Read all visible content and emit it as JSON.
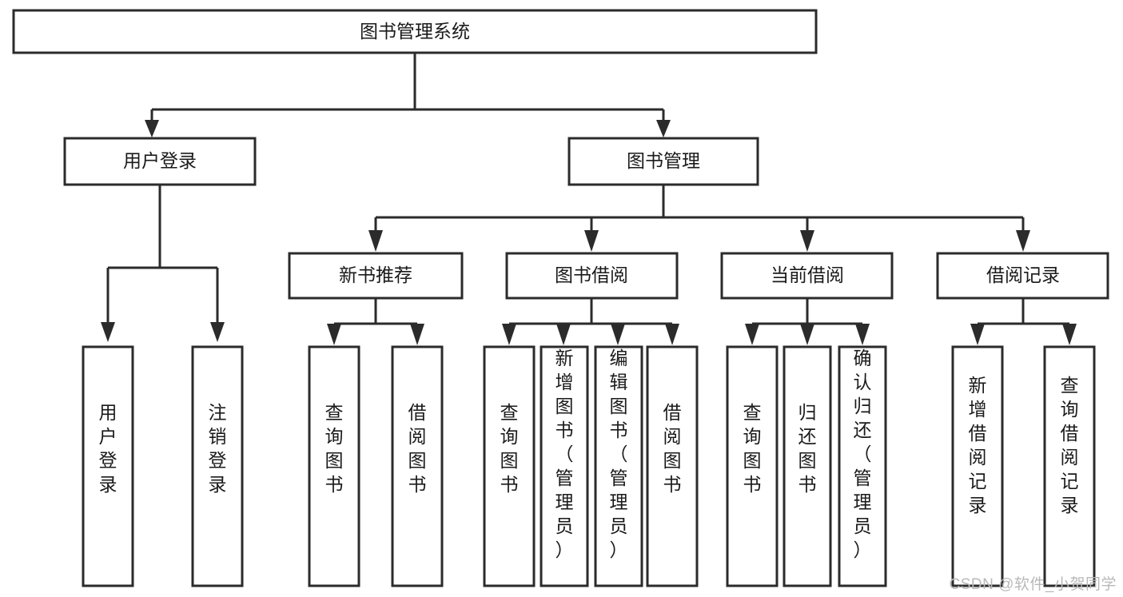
{
  "diagram": {
    "type": "tree-hierarchy",
    "title": "图书管理系统",
    "root": {
      "id": "root",
      "label": "图书管理系统",
      "orientation": "horizontal"
    },
    "level2": [
      {
        "id": "user-login",
        "label": "用户登录",
        "orientation": "horizontal"
      },
      {
        "id": "book-management",
        "label": "图书管理",
        "orientation": "horizontal"
      }
    ],
    "level3": [
      {
        "id": "new-book-recommend",
        "label": "新书推荐",
        "orientation": "horizontal",
        "parent": "book-management"
      },
      {
        "id": "book-borrow",
        "label": "图书借阅",
        "orientation": "horizontal",
        "parent": "book-management"
      },
      {
        "id": "current-borrow",
        "label": "当前借阅",
        "orientation": "horizontal",
        "parent": "book-management"
      },
      {
        "id": "borrow-record",
        "label": "借阅记录",
        "orientation": "horizontal",
        "parent": "book-management"
      }
    ],
    "leaves": [
      {
        "id": "leaf-user-login",
        "label": "用户登录",
        "orientation": "vertical",
        "parent": "user-login"
      },
      {
        "id": "leaf-user-logout",
        "label": "注销登录",
        "orientation": "vertical",
        "parent": "user-login"
      },
      {
        "id": "leaf-query-book-1",
        "label": "查询图书",
        "orientation": "vertical",
        "parent": "new-book-recommend"
      },
      {
        "id": "leaf-borrow-book-1",
        "label": "借阅图书",
        "orientation": "vertical",
        "parent": "new-book-recommend"
      },
      {
        "id": "leaf-query-book-2",
        "label": "查询图书",
        "orientation": "vertical",
        "parent": "book-borrow"
      },
      {
        "id": "leaf-add-book",
        "label": "新增图书（管理员）",
        "orientation": "vertical",
        "parent": "book-borrow"
      },
      {
        "id": "leaf-edit-book",
        "label": "编辑图书（管理员）",
        "orientation": "vertical",
        "parent": "book-borrow"
      },
      {
        "id": "leaf-borrow-book-2",
        "label": "借阅图书",
        "orientation": "vertical",
        "parent": "book-borrow"
      },
      {
        "id": "leaf-query-book-3",
        "label": "查询图书",
        "orientation": "vertical",
        "parent": "current-borrow"
      },
      {
        "id": "leaf-return-book",
        "label": "归还图书",
        "orientation": "vertical",
        "parent": "current-borrow"
      },
      {
        "id": "leaf-confirm-return",
        "label": "确认归还（管理员）",
        "orientation": "vertical",
        "parent": "current-borrow"
      },
      {
        "id": "leaf-add-record",
        "label": "新增借阅记录",
        "orientation": "vertical",
        "parent": "borrow-record"
      },
      {
        "id": "leaf-query-record",
        "label": "查询借阅记录",
        "orientation": "vertical",
        "parent": "borrow-record"
      }
    ],
    "colors": {
      "box_stroke": "#2b2b2b",
      "box_fill": "#ffffff",
      "connector": "#2b2b2b",
      "text": "#1a1a1a",
      "watermark": "#b9b9b9",
      "background": "#ffffff"
    }
  },
  "watermark": {
    "text": "CSDN @软件_小贺同学"
  }
}
